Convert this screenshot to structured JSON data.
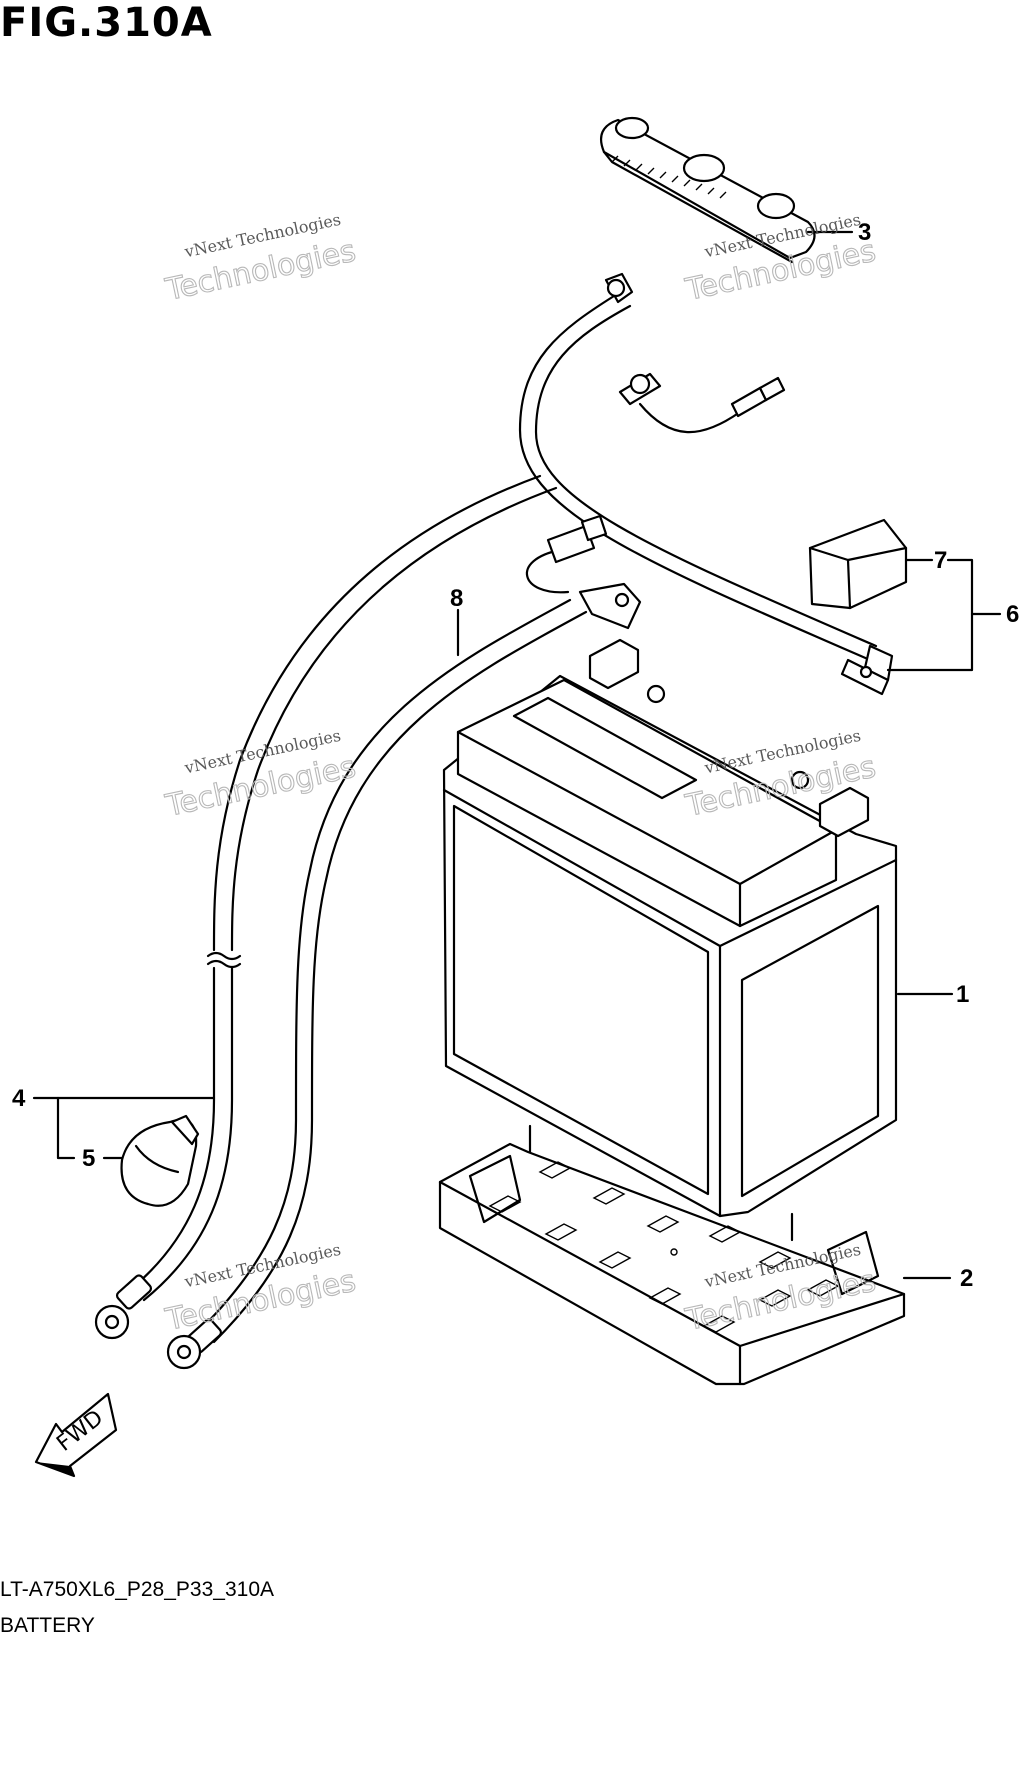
{
  "figure": {
    "title": "FIG.310A"
  },
  "callouts": [
    {
      "id": "1",
      "label": "1"
    },
    {
      "id": "2",
      "label": "2"
    },
    {
      "id": "3",
      "label": "3"
    },
    {
      "id": "4",
      "label": "4"
    },
    {
      "id": "5",
      "label": "5"
    },
    {
      "id": "6",
      "label": "6"
    },
    {
      "id": "7",
      "label": "7"
    },
    {
      "id": "8",
      "label": "8"
    }
  ],
  "watermark": {
    "line1": "vNext Technologies",
    "line2": "Technologies"
  },
  "direction_indicator": {
    "label": "FWD"
  },
  "footer": {
    "model_code": "LT-A750XL6_P28_P33_310A",
    "section_name": "BATTERY"
  }
}
